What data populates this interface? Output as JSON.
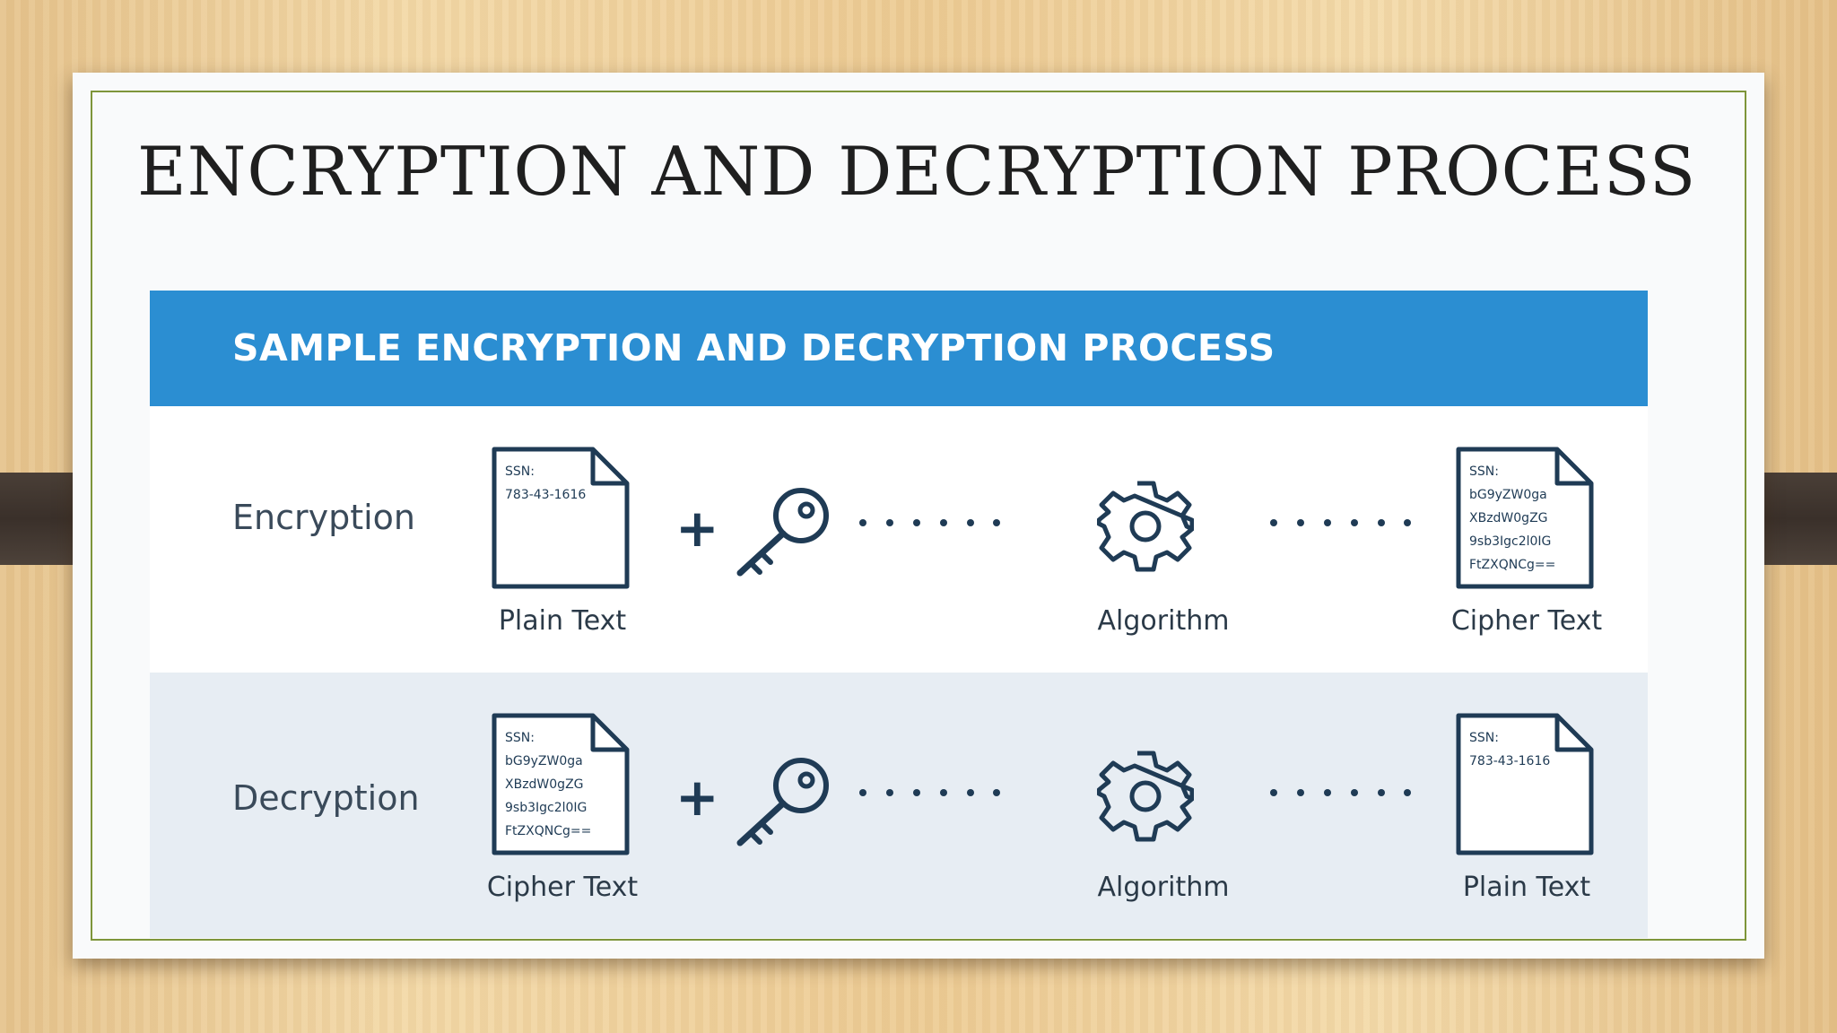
{
  "slide": {
    "title": "ENCRYPTION AND DECRYPTION PROCESS"
  },
  "diagram": {
    "banner": "SAMPLE ENCRYPTION AND DECRYPTION PROCESS",
    "rows": [
      {
        "label": "Encryption",
        "input": {
          "caption": "Plain Text",
          "lines": [
            "SSN:",
            "783-43-1616"
          ]
        },
        "algorithm": {
          "caption": "Algorithm"
        },
        "output": {
          "caption": "Cipher Text",
          "lines": [
            "SSN:",
            "bG9yZW0ga",
            "XBzdW0gZG",
            "9sb3Igc2l0IG",
            "FtZXQNCg=="
          ]
        }
      },
      {
        "label": "Decryption",
        "input": {
          "caption": "Cipher Text",
          "lines": [
            "SSN:",
            "bG9yZW0ga",
            "XBzdW0gZG",
            "9sb3Igc2l0IG",
            "FtZXQNCg=="
          ]
        },
        "algorithm": {
          "caption": "Algorithm"
        },
        "output": {
          "caption": "Plain Text",
          "lines": [
            "SSN:",
            "783-43-1616"
          ]
        }
      }
    ],
    "colors": {
      "banner": "#2b8ed2",
      "icon_stroke": "#1f3b55",
      "row_alt": "#e7edf3",
      "frame": "#7e953a"
    },
    "icons": [
      "document-icon",
      "plus-icon",
      "key-icon",
      "dotted-arrow",
      "gear-icon"
    ]
  }
}
